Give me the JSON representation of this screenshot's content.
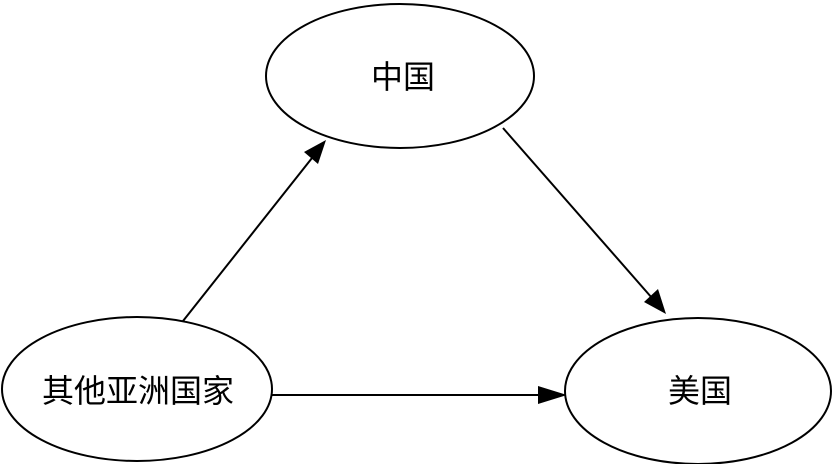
{
  "diagram": {
    "nodes": {
      "china": {
        "label": "中国"
      },
      "usa": {
        "label": "美国"
      },
      "other_asia": {
        "label": "其他亚洲国家"
      }
    },
    "edges": [
      {
        "from": "other_asia",
        "to": "china"
      },
      {
        "from": "china",
        "to": "usa"
      },
      {
        "from": "other_asia",
        "to": "usa"
      }
    ]
  }
}
